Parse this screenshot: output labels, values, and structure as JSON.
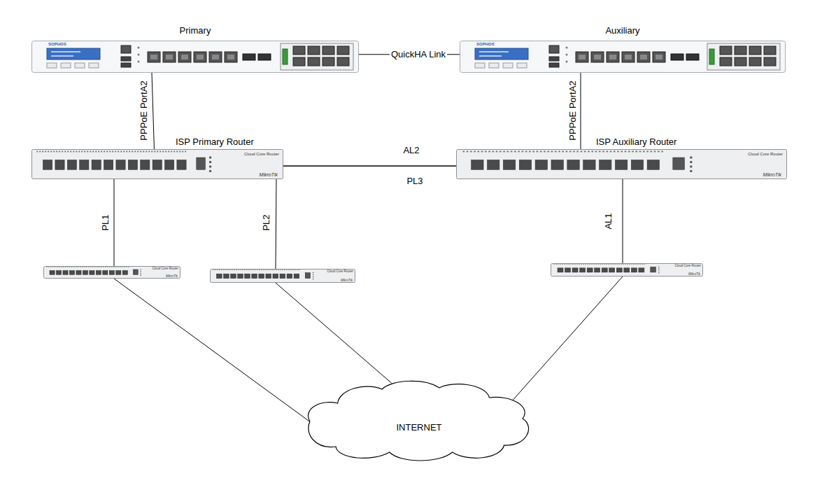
{
  "diagram": {
    "nodes": [
      {
        "text": [
          "Primary",
          "SOPHOS"
        ]
      },
      {
        "text": [
          "Auxiliary",
          "SOPHOS"
        ]
      },
      {
        "text": [
          "ISP Primary Router",
          "Cloud Core Router",
          "MikroTik"
        ]
      },
      {
        "text": [
          "ISP Auxiliary Router",
          "Cloud Core Router",
          "MikroTik"
        ]
      },
      {
        "text": [
          "Cloud Core Router",
          "MikroTik"
        ]
      },
      {
        "text": [
          "Cloud Core Router",
          "MikroTik"
        ]
      },
      {
        "text": [
          "Cloud Core Router",
          "MikroTik"
        ]
      },
      {
        "text": [
          "INTERNET"
        ]
      }
    ],
    "edges": [
      {
        "from": 0,
        "to": 1,
        "arrow": "none",
        "label": "QuickHA Link"
      },
      {
        "from": 0,
        "to": 2,
        "arrow": "none",
        "label": "PPPoE PortA2"
      },
      {
        "from": 1,
        "to": 3,
        "arrow": "none",
        "label": "PPPoE PortA2"
      },
      {
        "from": 2,
        "to": 3,
        "arrow": "none",
        "label": "AL2"
      },
      {
        "from": 2,
        "to": 3,
        "arrow": "none",
        "label": "PL3"
      },
      {
        "from": 2,
        "to": 4,
        "arrow": "none",
        "label": "PL1"
      },
      {
        "from": 2,
        "to": 5,
        "arrow": "none",
        "label": "PL2"
      },
      {
        "from": 3,
        "to": 6,
        "arrow": "none",
        "label": "AL1"
      },
      {
        "from": 4,
        "to": 7,
        "arrow": "none"
      },
      {
        "from": 5,
        "to": 7,
        "arrow": "none"
      },
      {
        "from": 6,
        "to": 7,
        "arrow": "none"
      }
    ]
  }
}
